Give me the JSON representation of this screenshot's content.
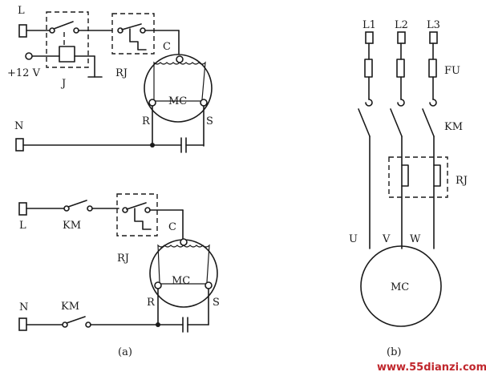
{
  "circuit_a": {
    "top": {
      "L": "L",
      "V12": "+12 V",
      "J": "J",
      "RJ": "RJ",
      "C": "C",
      "MC": "MC",
      "R": "R",
      "S": "S",
      "N": "N"
    },
    "bottom": {
      "L": "L",
      "KM_top": "KM",
      "RJ": "RJ",
      "C": "C",
      "MC": "MC",
      "R": "R",
      "S": "S",
      "N": "N",
      "KM_bottom": "KM"
    },
    "caption": "(a)"
  },
  "circuit_b": {
    "L1": "L1",
    "L2": "L2",
    "L3": "L3",
    "FU": "FU",
    "KM": "KM",
    "RJ": "RJ",
    "U": "U",
    "V": "V",
    "W": "W",
    "MC": "MC",
    "caption": "(b)"
  },
  "watermark": "www.55dianzi.com"
}
